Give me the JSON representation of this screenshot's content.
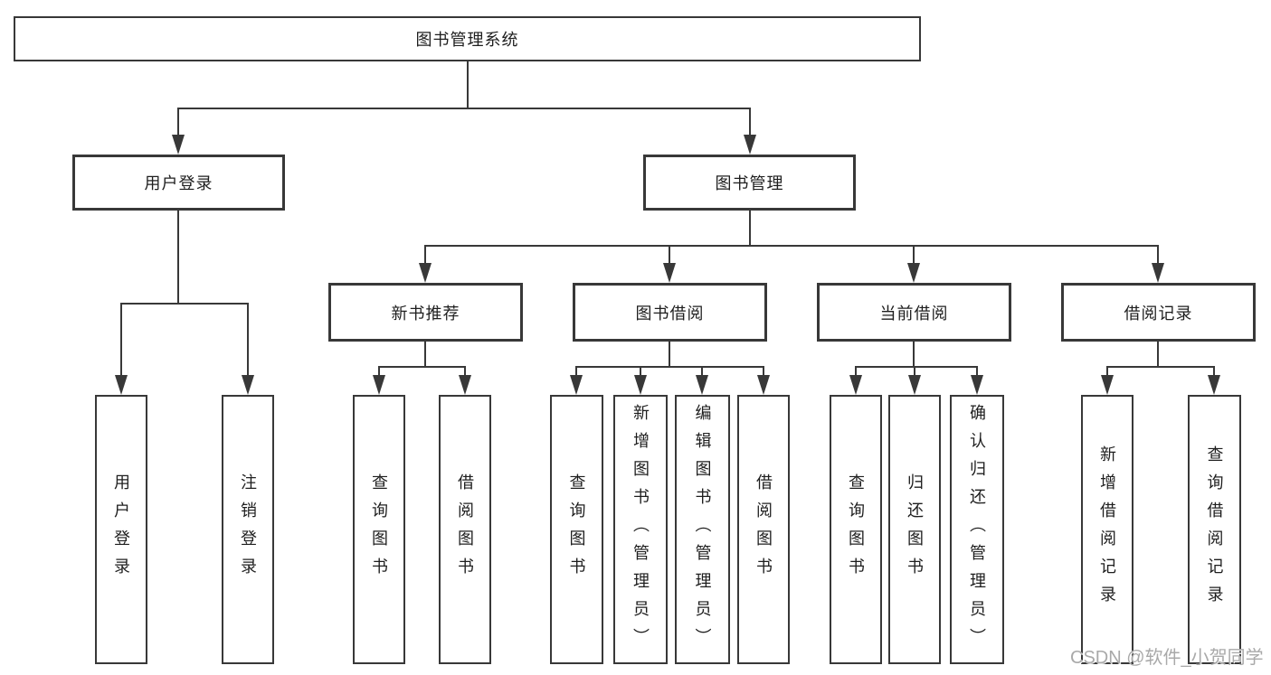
{
  "colors": {
    "line": "#383838",
    "text": "#1e1e1e",
    "watermark": "#a9a9a9"
  },
  "tree": {
    "root": "图书管理系统",
    "children": [
      {
        "label": "用户登录",
        "children": [
          "用户登录",
          "注销登录"
        ]
      },
      {
        "label": "图书管理",
        "children": [
          {
            "label": "新书推荐",
            "children": [
              "查询图书",
              "借阅图书"
            ]
          },
          {
            "label": "图书借阅",
            "children": [
              "查询图书",
              "新增图书（管理员）",
              "编辑图书（管理员）",
              "借阅图书"
            ]
          },
          {
            "label": "当前借阅",
            "children": [
              "查询图书",
              "归还图书",
              "确认归还（管理员）"
            ]
          },
          {
            "label": "借阅记录",
            "children": [
              "新增借阅记录",
              "查询借阅记录"
            ]
          }
        ]
      }
    ]
  },
  "watermark": "CSDN @软件_小贺同学"
}
